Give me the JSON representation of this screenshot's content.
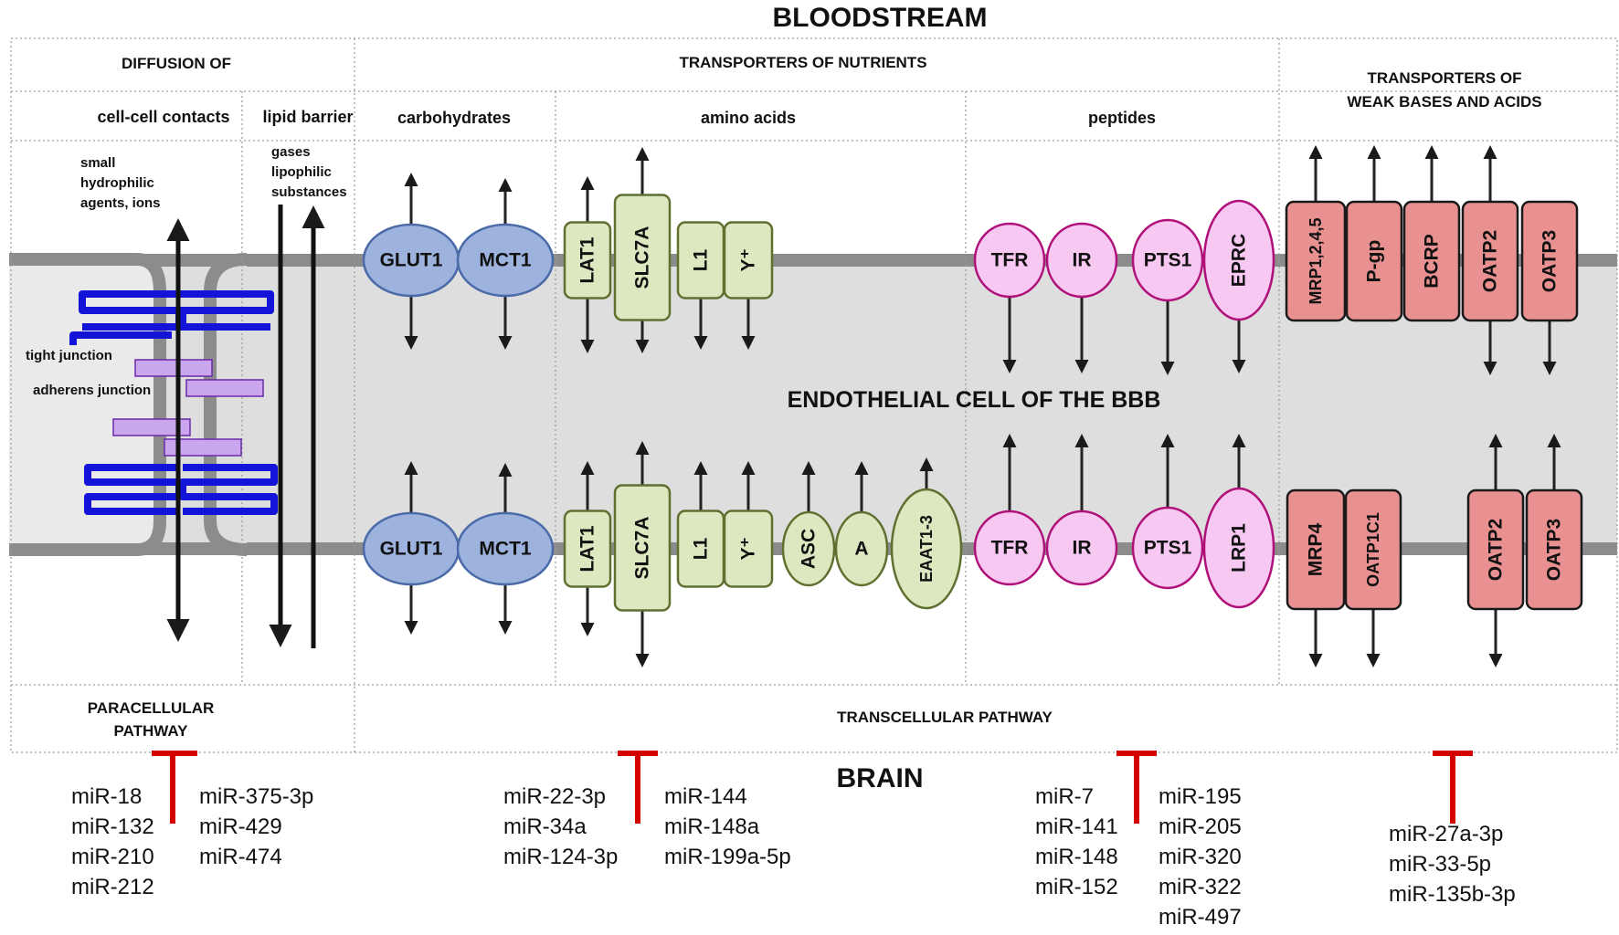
{
  "top_title": "BLOODSTREAM",
  "bottom_title": "BRAIN",
  "center_title": "ENDOTHELIAL CELL OF THE BBB",
  "headers": {
    "diffusion": "DIFFUSION OF",
    "nutrients": "TRANSPORTERS OF NUTRIENTS",
    "weak_line1": "TRANSPORTERS OF",
    "weak_line2": "WEAK BASES AND ACIDS",
    "cell_contacts": "cell-cell contacts",
    "lipid_barrier": "lipid barrier",
    "carbohydrates": "carbohydrates",
    "amino_acids": "amino acids",
    "peptides": "peptides"
  },
  "labels": {
    "small_1": "small",
    "small_2": "hydrophilic",
    "small_3": "agents, ions",
    "gases_1": "gases",
    "gases_2": "lipophilic",
    "gases_3": "substances",
    "tight": "tight junction",
    "adherens": "adherens junction"
  },
  "pathways": {
    "para_1": "PARACELLULAR",
    "para_2": "PATHWAY",
    "trans": "TRANSCELLULAR PATHWAY"
  },
  "transporters_top": [
    "GLUT1",
    "MCT1",
    "LAT1",
    "SLC7A",
    "L1",
    "Y⁺",
    "TFR",
    "IR",
    "PTS1",
    "EPRC",
    "MRP1,2,4,5",
    "P-gp",
    "BCRP",
    "OATP2",
    "OATP3"
  ],
  "transporters_bottom": [
    "GLUT1",
    "MCT1",
    "LAT1",
    "SLC7A",
    "L1",
    "Y⁺",
    "ASC",
    "A",
    "EAAT1-3",
    "TFR",
    "IR",
    "PTS1",
    "LRP1",
    "MRP4",
    "OATP1C1",
    "OATP2",
    "OATP3"
  ],
  "mirna": {
    "para_a": [
      "miR-18",
      "miR-132",
      "miR-210",
      "miR-212"
    ],
    "para_b": [
      "miR-375-3p",
      "miR-429",
      "miR-474"
    ],
    "amino_a": [
      "miR-22-3p",
      "miR-34a",
      "miR-124-3p"
    ],
    "amino_b": [
      "miR-144",
      "miR-148a",
      "miR-199a-5p"
    ],
    "pep_a": [
      "miR-7",
      "miR-141",
      "miR-148",
      "miR-152"
    ],
    "pep_b": [
      "miR-195",
      "miR-205",
      "miR-320",
      "miR-322",
      "miR-497"
    ],
    "weak": [
      "miR-27a-3p",
      "miR-33-5p",
      "miR-135b-3p"
    ]
  },
  "colors": {
    "carb_fill": "#9db3dd",
    "carb_stroke": "#4a6aa8",
    "amino_fill": "#dde7c0",
    "amino_stroke": "#5f7030",
    "pep_fill": "#f7c8f2",
    "pep_stroke": "#b0107a",
    "weak_fill": "#e99090",
    "weak_stroke": "#1a1a1a",
    "membrane": "#8c8c8c",
    "cell": "#dedede",
    "tight": "#1414d8",
    "adherens": "#c9a6ee",
    "inhibit": "#d40000"
  }
}
